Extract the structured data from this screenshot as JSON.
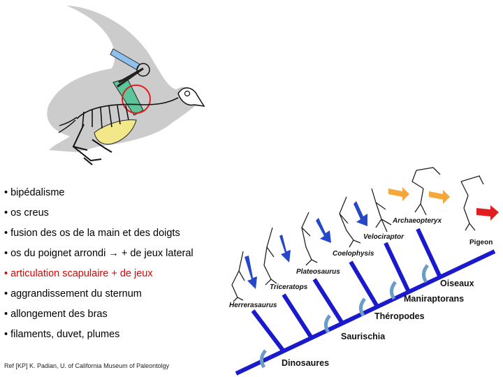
{
  "traits": [
    {
      "text": "bipédalisme",
      "highlight": false
    },
    {
      "text": "os creus",
      "highlight": false
    },
    {
      "text": "fusion des os de la main et des doigts",
      "highlight": false
    },
    {
      "text": "os du poignet arrondi → + de jeux lateral",
      "highlight": false
    },
    {
      "text": "articulation scapulaire + de jeux",
      "highlight": true
    },
    {
      "text": "aggrandissement du sternum",
      "highlight": false
    },
    {
      "text": "allongement des bras",
      "highlight": false
    },
    {
      "text": "filaments, duvet, plumes",
      "highlight": false
    }
  ],
  "bullet": "•",
  "reference": "Ref [KP] K. Padian, U. of California Museum of Paleontolgy",
  "clades": [
    "Dinosaures",
    "Saurischia",
    "Théropodes",
    "Maniraptorans",
    "Oiseaux"
  ],
  "taxa": [
    "Herrerasaurus",
    "Triceratops",
    "Plateosaurus",
    "Coelophysis",
    "Velociraptor",
    "Archaeopteryx",
    "Pigeon"
  ],
  "colors": {
    "tree": "#1a1acc",
    "node_mark": "#6a9cc8",
    "highlight_text": "#e00000",
    "arrow_blue": "#2448c8",
    "arrow_orange": "#f5a63c",
    "arrow_red": "#e01e1e",
    "bird_silhouette": "#cccccc",
    "sternum": "#f2e88a",
    "shoulder": "#5cc59a",
    "wing_bone": "#8ec0ee",
    "ring": "#e01e1e"
  }
}
